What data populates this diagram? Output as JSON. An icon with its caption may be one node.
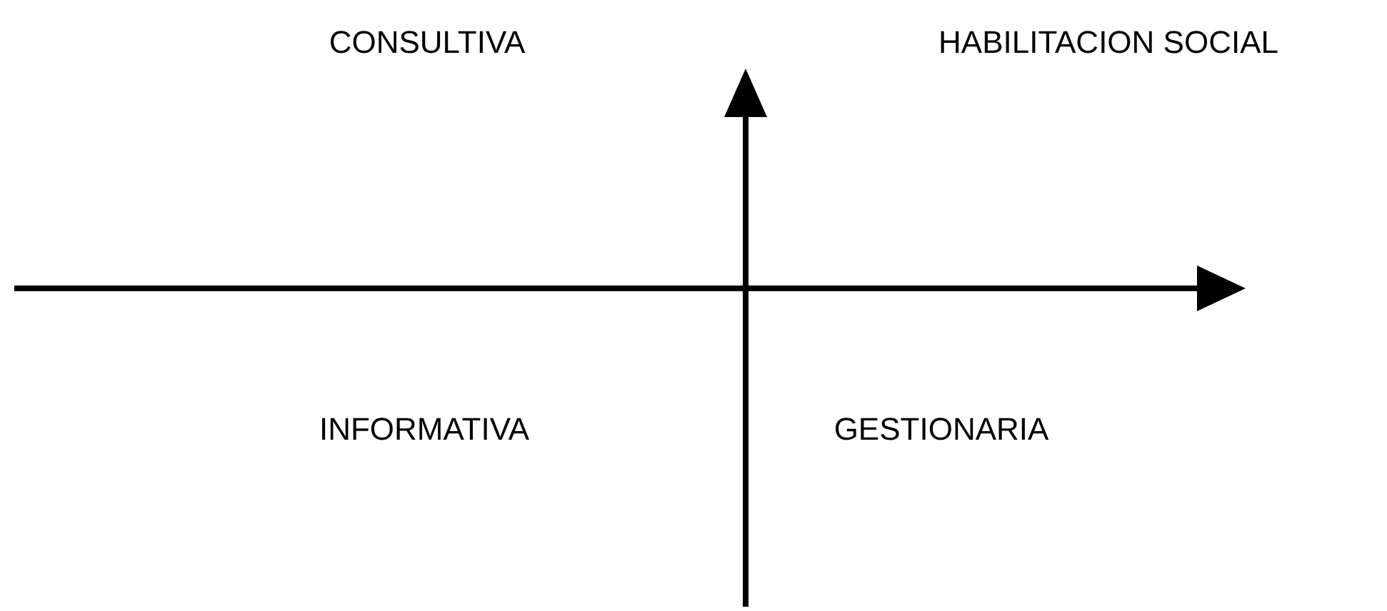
{
  "diagram": {
    "labels": [
      "CONSULTIVA",
      "HABILITACION SOCIAL",
      "INFORMATIVA",
      "GESTIONARIA"
    ]
  }
}
